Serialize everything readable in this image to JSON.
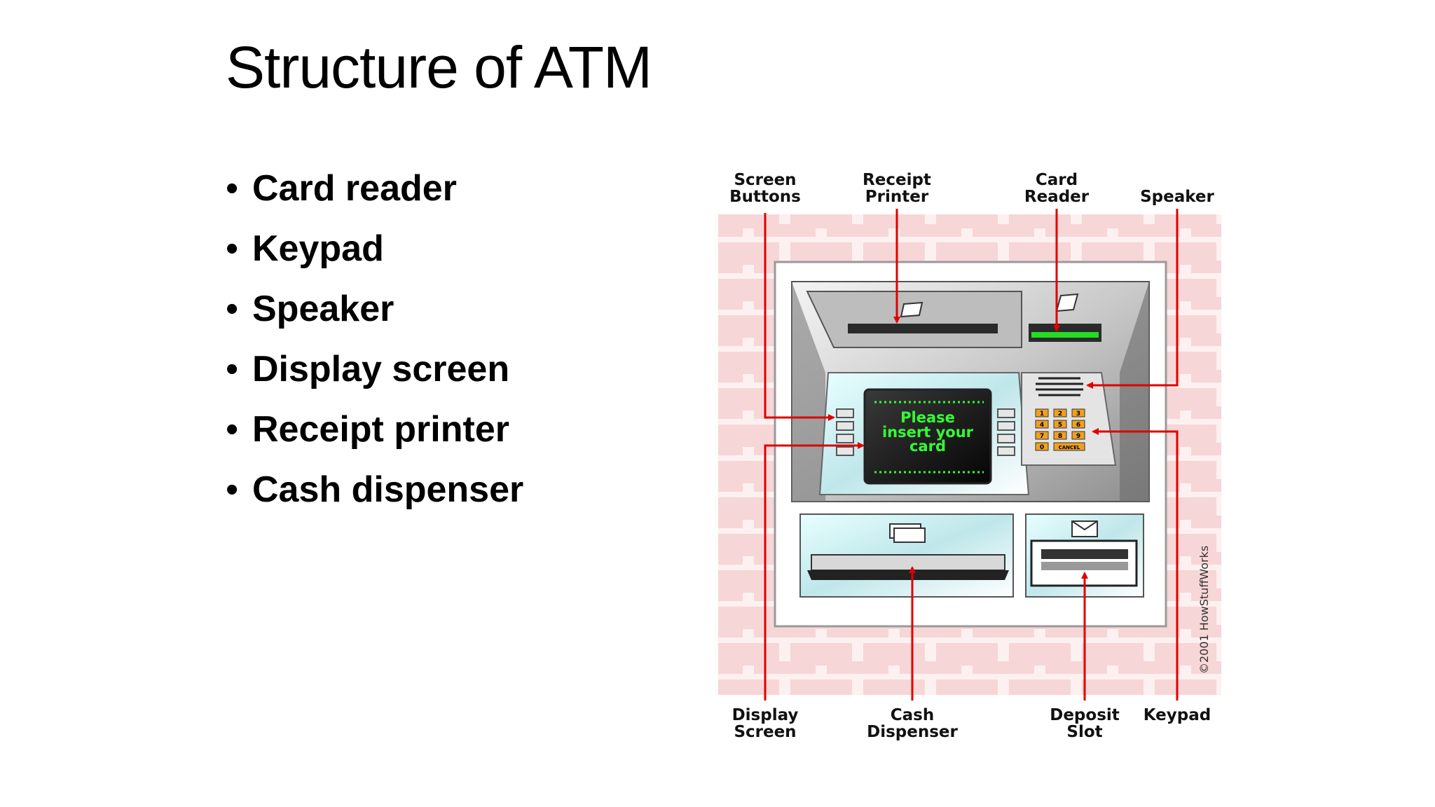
{
  "slide": {
    "title": "Structure of ATM",
    "bullets": [
      "Card reader",
      "Keypad",
      "Speaker",
      "Display screen",
      "Receipt printer",
      "Cash dispenser"
    ]
  },
  "diagram": {
    "labels": {
      "screen_buttons": [
        "Screen",
        "Buttons"
      ],
      "receipt_printer": [
        "Receipt",
        "Printer"
      ],
      "card_reader": [
        "Card",
        "Reader"
      ],
      "speaker": [
        "Speaker"
      ],
      "display_screen": [
        "Display",
        "Screen"
      ],
      "cash_dispenser": [
        "Cash",
        "Dispenser"
      ],
      "deposit_slot": [
        "Deposit",
        "Slot"
      ],
      "keypad": [
        "Keypad"
      ]
    },
    "screen_text": [
      "Please",
      "insert your",
      "card"
    ],
    "keypad_keys": [
      "1",
      "2",
      "3",
      "4",
      "5",
      "6",
      "7",
      "8",
      "9",
      "0",
      "CANCEL"
    ],
    "copyright": "©2001 HowStuffWorks",
    "colors": {
      "arrow": "#e00000",
      "brick": "#f6d6d6",
      "screen_text": "#33ff33",
      "keypad_key": "#f0a020"
    }
  }
}
